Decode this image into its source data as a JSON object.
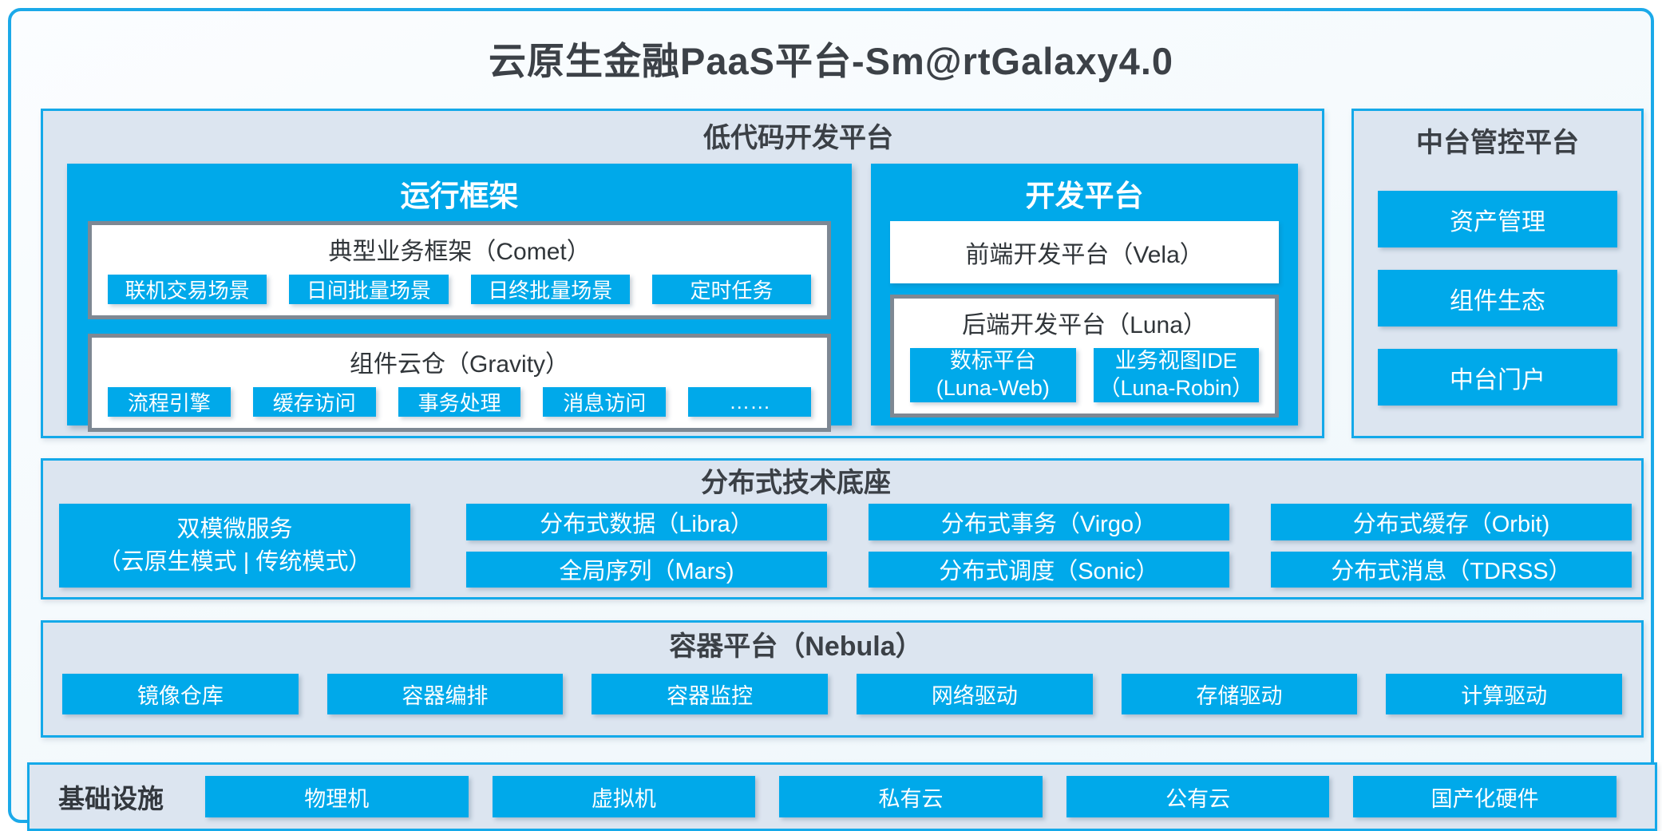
{
  "title": "云原生金融PaaS平台-Sm@rtGalaxy4.0",
  "colors": {
    "accent_blue": "#00A9EA",
    "panel_bg": "#DCE5F0",
    "panel_border": "#14A9E9",
    "inner_border_gray": "#7E8893",
    "dark_text": "#3B4046"
  },
  "lowcode": {
    "title": "低代码开发平台",
    "runtime": {
      "title": "运行框架",
      "comet": {
        "title": "典型业务框架（Comet）",
        "items": [
          "联机交易场景",
          "日间批量场景",
          "日终批量场景",
          "定时任务"
        ]
      },
      "gravity": {
        "title": "组件云仓（Gravity）",
        "items": [
          "流程引擎",
          "缓存访问",
          "事务处理",
          "消息访问",
          "……"
        ]
      }
    },
    "dev": {
      "title": "开发平台",
      "vela": "前端开发平台（Vela）",
      "luna": {
        "title": "后端开发平台（Luna）",
        "items": [
          {
            "line1": "数标平台",
            "line2": "(Luna-Web)"
          },
          {
            "line1": "业务视图IDE",
            "line2": "（Luna-Robin）"
          }
        ]
      }
    }
  },
  "midplat": {
    "title": "中台管控平台",
    "items": [
      "资产管理",
      "组件生态",
      "中台门户"
    ]
  },
  "distributed": {
    "title": "分布式技术底座",
    "dual_mode": {
      "line1": "双模微服务",
      "line2": "（云原生模式 | 传统模式）"
    },
    "columns": [
      [
        "分布式数据（Libra）",
        "全局序列（Mars)"
      ],
      [
        "分布式事务（Virgo）",
        "分布式调度（Sonic）"
      ],
      [
        "分布式缓存（Orbit)",
        "分布式消息（TDRSS）"
      ]
    ]
  },
  "container_platform": {
    "title": "容器平台（Nebula）",
    "items": [
      "镜像仓库",
      "容器编排",
      "容器监控",
      "网络驱动",
      "存储驱动",
      "计算驱动"
    ]
  },
  "infrastructure": {
    "title": "基础设施",
    "items": [
      "物理机",
      "虚拟机",
      "私有云",
      "公有云",
      "国产化硬件"
    ]
  }
}
